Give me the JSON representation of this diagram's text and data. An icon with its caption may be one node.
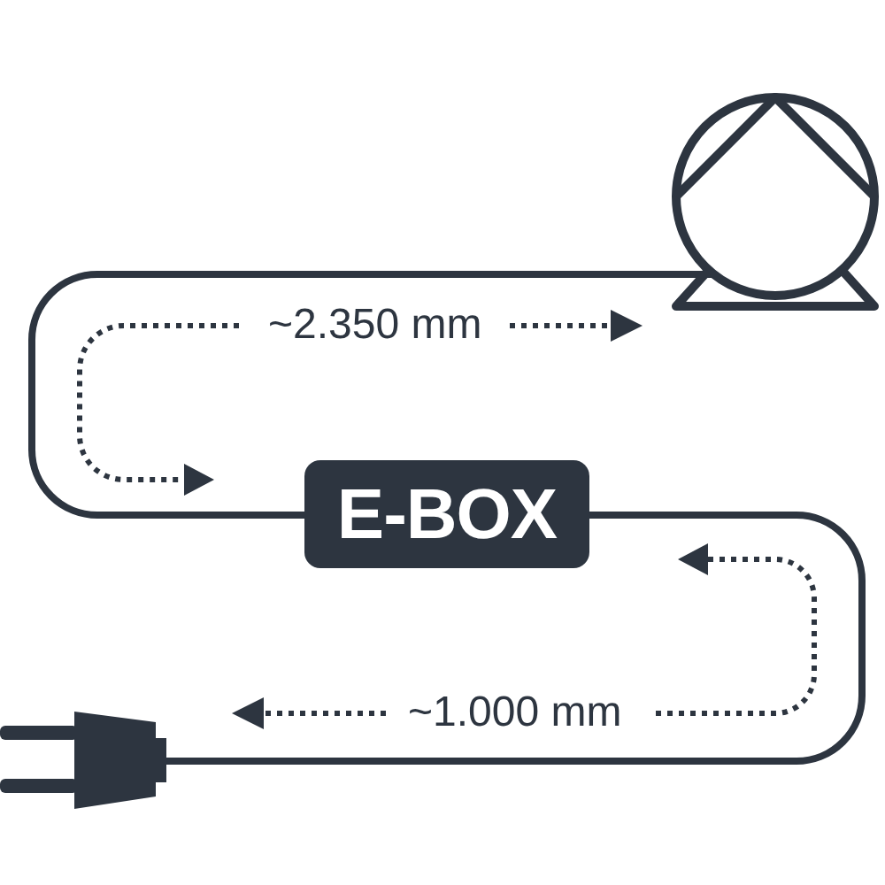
{
  "diagram": {
    "nodes": [
      {
        "text": [],
        "shape": "picture"
      },
      {
        "text": [
          "E-BOX"
        ]
      },
      {
        "text": [],
        "shape": "picture"
      }
    ],
    "edges": [
      {
        "from": 0,
        "to": 1,
        "arrow": "none"
      },
      {
        "from": 1,
        "to": 2,
        "arrow": "none"
      }
    ],
    "labels": [
      "~2.350 mm",
      "~1.000 mm"
    ]
  }
}
